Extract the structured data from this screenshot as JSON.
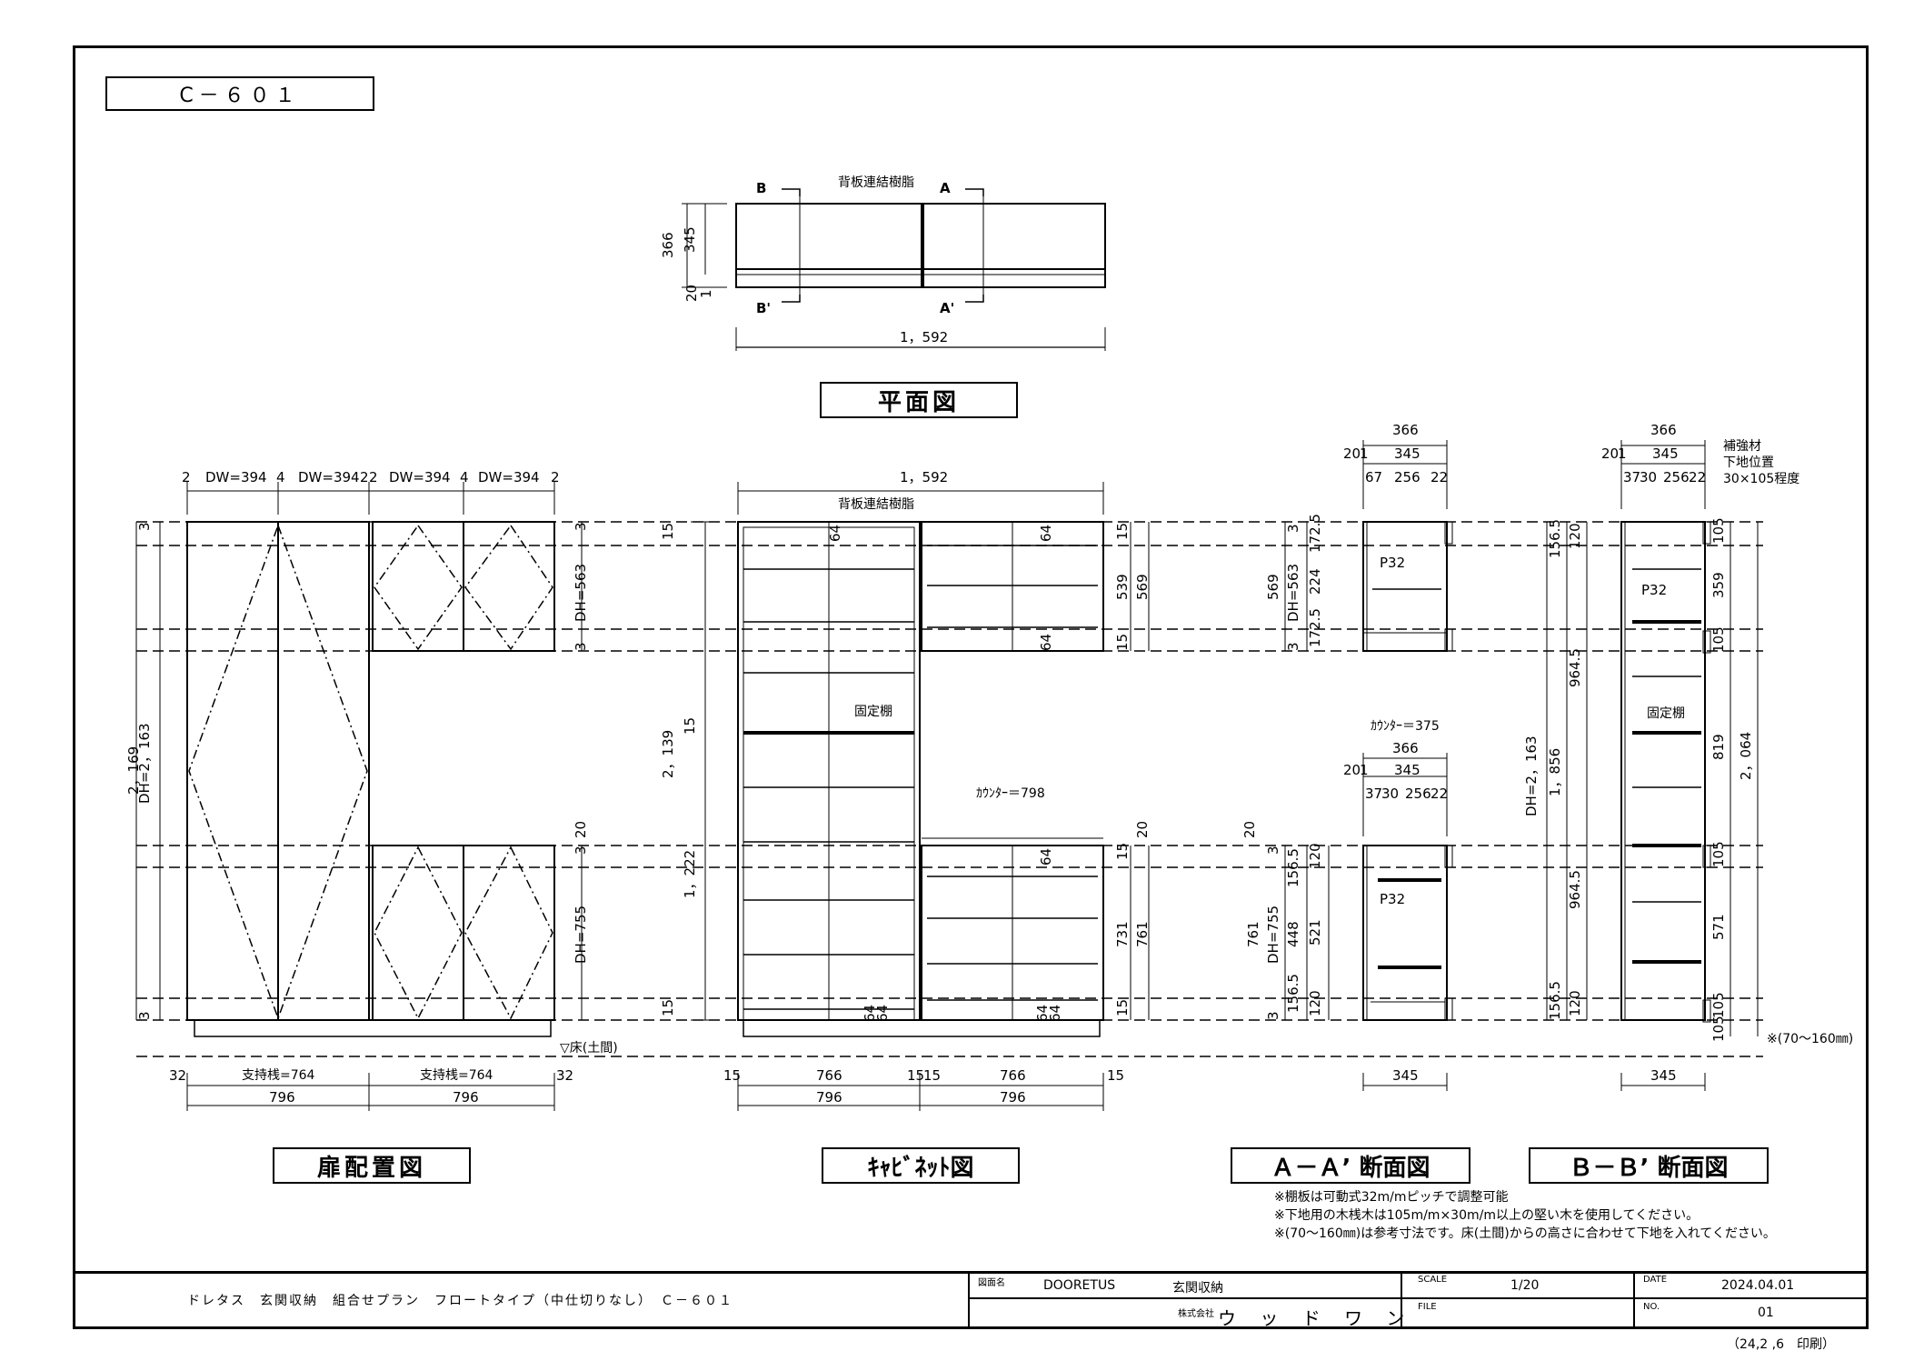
{
  "sheet_code": "C－６０１",
  "titles": {
    "plan": "平面図",
    "door": "扉配置図",
    "cabinet": "ｷｬﾋﾞﾈｯﾄ図",
    "section_a": "Ａ－Ａ’ 断面図",
    "section_b": "Ｂ－Ｂ’ 断面図"
  },
  "plan": {
    "mark_a": "A",
    "mark_a2": "A'",
    "mark_b": "B",
    "mark_b2": "B'",
    "back_label": "背板連結樹脂",
    "dim_depth_total": "366",
    "dim_depth": "345",
    "dim_gap": "20",
    "dim_gap2": "1",
    "width": "1，592"
  },
  "door": {
    "top_dims": [
      "2",
      "DW=394",
      "4",
      "DW=394",
      "2",
      "2",
      "DW=394",
      "4",
      "DW=394",
      "2"
    ],
    "height_total": "2，169",
    "dh_total": "DH=2，163",
    "dh_upper": "DH=563",
    "dh_lower": "DH=755",
    "gap_labels": [
      "3",
      "3",
      "3",
      "3",
      "3",
      "20"
    ],
    "support_left": "支持桟=764",
    "support_right": "支持桟=764",
    "side_left": "32",
    "side_right": "32",
    "width_left": "796",
    "width_right": "796",
    "floor_label": "▽床(土間)"
  },
  "cabinet": {
    "width": "1，592",
    "back_label": "背板連結樹脂",
    "fixed_shelf": "固定棚",
    "counter": "ｶｳﾝﾀｰ＝798",
    "left_dims": [
      "15",
      "2，139",
      "15",
      "1，222",
      "15"
    ],
    "right_dims": [
      "15",
      "539",
      "569",
      "15",
      "20",
      "15",
      "731",
      "761",
      "15"
    ],
    "inner_dims": [
      "64",
      "64",
      "64",
      "64",
      "64",
      "64",
      "64",
      "64"
    ],
    "bottom": [
      "15",
      "766",
      "15",
      "15",
      "766",
      "15"
    ],
    "bottom_totals": [
      "796",
      "796"
    ]
  },
  "section_a": {
    "top_total": "366",
    "top_gap": "20",
    "top_gap2": "1",
    "top_depth": "345",
    "top_parts": [
      "67",
      "256",
      "22"
    ],
    "upper_left": [
      "569",
      "DH=563",
      "3",
      "172.5",
      "224",
      "172.5",
      "3"
    ],
    "pitch": "P32",
    "counter": "ｶｳﾝﾀｰ＝375",
    "mid_total": "366",
    "mid_gap": "20",
    "mid_gap2": "1",
    "mid_depth": "345",
    "mid_parts": [
      "37",
      "30",
      "256",
      "22"
    ],
    "lower_left": [
      "20",
      "761",
      "DH=755",
      "3",
      "156.5",
      "448",
      "156.5",
      "3",
      "120",
      "521",
      "120"
    ],
    "bottom": "345"
  },
  "section_b": {
    "top_total": "366",
    "top_gap": "20",
    "top_gap2": "1",
    "top_depth": "345",
    "top_parts": [
      "37",
      "30",
      "256",
      "22"
    ],
    "reinforce": [
      "補強材",
      "下地位置",
      "30×105程度"
    ],
    "left": [
      "156.5",
      "120",
      "964.5",
      "DH=2，163",
      "1，856",
      "964.5",
      "156.5",
      "120"
    ],
    "right": [
      "105",
      "359",
      "105",
      "819",
      "2，064",
      "105",
      "571",
      "105",
      "105"
    ],
    "pitch": "P32",
    "fixed_shelf": "固定棚",
    "note_range": "※(70〜160㎜)",
    "bottom": "345"
  },
  "notes": [
    "※棚板は可動式32m/mピッチで調整可能",
    "※下地用の木桟木は105m/m×30m/m以上の堅い木を使用してください。",
    "※(70〜160㎜)は参考寸法です。床(土間)からの高さに合わせて下地を入れてください。"
  ],
  "title_block": {
    "project": "ドレタス　玄関収納　組合せプラン　フロートタイプ（中仕切りなし）　Ｃ－６０１",
    "drawing_label": "図面名",
    "brand": "DOORETUS",
    "drawing_name": "玄関収納",
    "company_prefix": "株式会社",
    "company": "ウ ッ ド ワ ン",
    "scale_label": "SCALE",
    "scale": "1/20",
    "file_label": "FILE",
    "date_label": "DATE",
    "date": "2024.04.01",
    "no_label": "NO.",
    "no": "01",
    "printed": "（24,2 ,6　印刷）"
  }
}
